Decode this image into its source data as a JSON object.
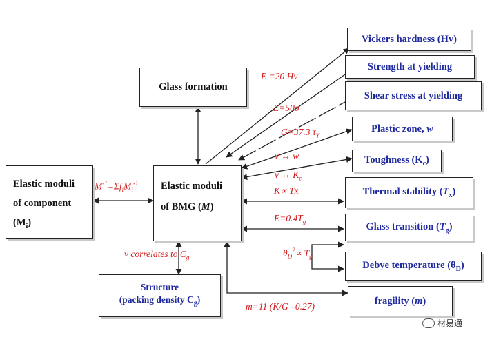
{
  "boxes": {
    "component": [
      "Elastic moduli",
      "of component",
      "(M",
      "i",
      ")"
    ],
    "bmg": [
      "Elastic moduli",
      "of BMG (",
      "M",
      ")"
    ],
    "glass_formation": "Glass formation",
    "structure": [
      "Structure",
      "(packing density C",
      "g",
      ")"
    ],
    "vickers": [
      "Vickers hardness (Hv)"
    ],
    "strength": [
      "Strength at yielding"
    ],
    "shear": [
      "Shear stress at yielding"
    ],
    "plastic": [
      "Plastic zone, ",
      "w"
    ],
    "toughness": [
      "Toughness (K",
      "c",
      ")"
    ],
    "thermal": [
      "Thermal stability (",
      "T",
      "x",
      ")"
    ],
    "glass_transition": [
      "Glass transition (",
      "T",
      "g",
      ")"
    ],
    "debye": [
      "Debye temperature (θ",
      "D",
      ")"
    ],
    "fragility": [
      "fragility (",
      "m",
      ")"
    ]
  },
  "relations": {
    "rule_of_mixtures": [
      "M",
      "-1",
      "=Σ",
      "f",
      "i",
      "M",
      "i",
      "-1"
    ],
    "e_hv": "E =20 Hv",
    "e_sigma": "E=50σ",
    "g_tau": [
      "G=37.3 τ",
      "Y"
    ],
    "nu_w": "ν ↔ w",
    "nu_kc": [
      "ν ↔ K",
      "c"
    ],
    "k_tx": "K∝ Tx",
    "e_tg": [
      "E=0.4",
      "T",
      "g"
    ],
    "theta_tg": [
      "θ",
      "D",
      "2",
      "∝ ",
      "T",
      "g"
    ],
    "nu_cg": [
      "ν correlates to C",
      "g"
    ],
    "m_kg": "m=11 (K/G –0.27)"
  },
  "watermark": "材易通",
  "colors": {
    "box_text": "#1f2a9e",
    "relation_text": "#d11c1c",
    "line": "#222222"
  }
}
